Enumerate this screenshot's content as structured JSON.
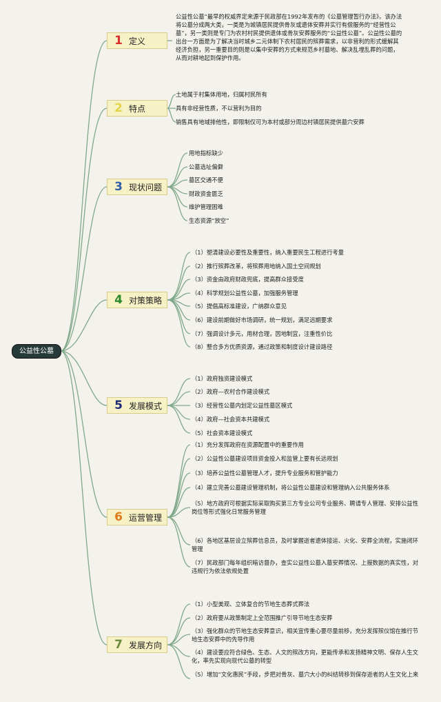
{
  "root": "公益性公墓",
  "branches": [
    {
      "num": "1",
      "color": "#d8302e",
      "label": "定义"
    },
    {
      "num": "2",
      "color": "#e3d34b",
      "label": "特点"
    },
    {
      "num": "3",
      "color": "#2f5fa6",
      "label": "现状问题"
    },
    {
      "num": "4",
      "color": "#2c8a2c",
      "label": "对策策略"
    },
    {
      "num": "5",
      "color": "#1e2a78",
      "label": "发展模式"
    },
    {
      "num": "6",
      "color": "#e07b1a",
      "label": "运营管理"
    },
    {
      "num": "7",
      "color": "#6a8a3c",
      "label": "发展方向"
    }
  ],
  "definition": "公益性公墓“最早的权威界定来源于民政部在1992年发布的《公墓管理暂行办法》。该办法将公墓分成两大类，一类是为城镇居民提供骨灰或遗体安葬并实行有偿服务的“经营性公墓”，另一类则是专门为农村村民提供遗体或骨灰安葬服务的“公益性公墓”。公益性公墓的出台一方面是为了解决当时城乡二元体制下农村居民的殡葬需求，以非营利的形式缓解其经济负担，另一重要目的则是以集中安葬的方式来规范乡村墓地、解决乱埋乱葬的问题，从而对耕地起到保护作用。",
  "features": [
    "土地属于村集体用地，归属村民所有",
    "具有非经营性质，不以营利为目的",
    "销售具有地域排他性，即限制仅可为本村或部分周边村镇居民提供墓穴安葬"
  ],
  "problems": [
    "用地指标缺少",
    "公墓选址偏僻",
    "墓区交通不便",
    "财政资金匮乏",
    "维护管理困难",
    "生态资源“放空”"
  ],
  "strategies": [
    "（1）塑清建设必要性及重要性，纳入重要民生工程进行考量",
    "（2）推行殡葬改革，将殡葬用地纳入国土空间规划",
    "（3）资金由政府财政兜底，提高群众接受度",
    "（4）科学规划公益性公墓，加强服务管理",
    "（5）提倡高标准建设，广纳群众意见",
    "（6）建设前期做好市场调研，统一规划，满足远期要求",
    "（7）强调设计多元，用材合理，因地制宜，注重性价比",
    "（8）整合多方优质资源，通过政策和制度设计建设路径"
  ],
  "models": [
    "（1）政府独资建设模式",
    "（2）政府—农村合作建设模式",
    "（3）经营性公墓内划定公益性墓区模式",
    "（4）政府—社会资本共建模式",
    "（5）社会资本建设模式"
  ],
  "operations": [
    "（1）充分发挥政府在资源配置中的重要作用",
    "（2）公益性公墓建设项目资金投入和监管上要有长远规划",
    "（3）培养公益性公墓管理人才，提升专业服务和管护能力",
    "（4）建立完善公墓建设管理机制，将公益性公墓建设和管理纳入公共服务体系",
    "（5）地方政府可根据实际采取购买第三方专业公司专业服务、聘请专人管理、安排公益性岗位等形式强化日常服务管理",
    "（6）各地区基层设立殡葬信息员，及时掌握逝者遗体接运、火化、安葬全流程，实施闭环管理",
    "（7）民政部门每年组织暗访督办，查实公益性公墓入墓安葬情况、上报数据的真实性，对违规行为依法依规处置"
  ],
  "directions": [
    "（1）小型美观、立体复合的节地生态葬式葬法",
    "（2）政府要从政策制定上全范围推广引导节地生态安葬",
    "（3）强化群众的节地生态安葬意识，相关宣传重心要尽量前移，充分发挥殡仪馆在推行节地生态安葬中的先导作用",
    "（4）建设要应符合绿色、生态、人文的殡改方向，更能传承和发扬精神文明、保存人生文化，率先实现向现代公墓的转型",
    "（5）增加“文化惠民”手段，步把对骨灰、墓穴大小的纠结转移到保存逝者的人生文化上来"
  ]
}
